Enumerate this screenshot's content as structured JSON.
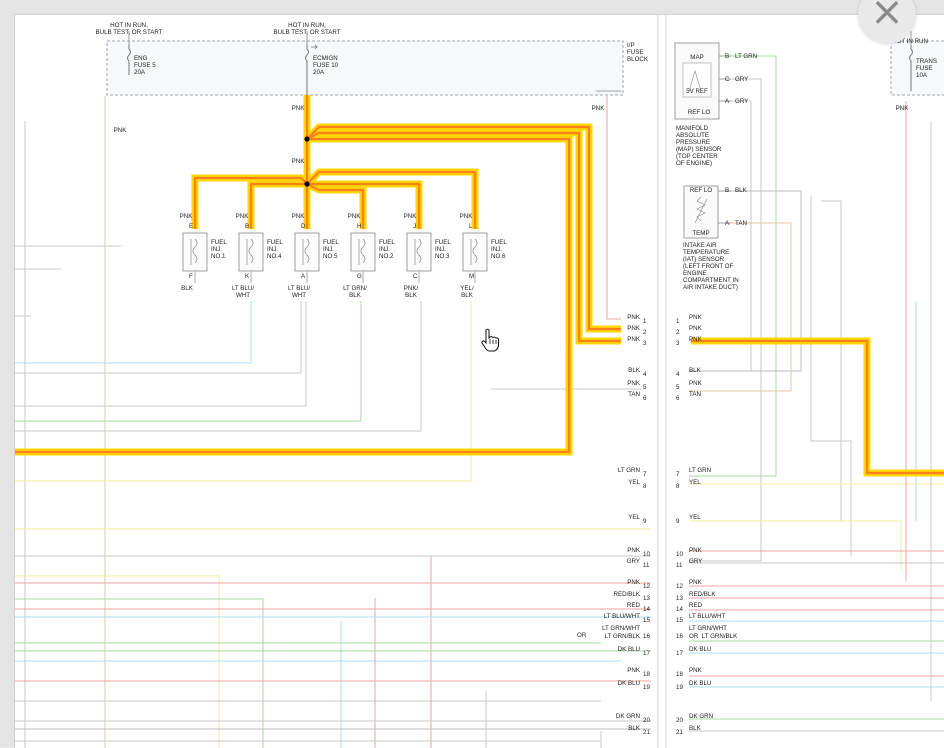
{
  "viewer": {
    "close_icon": "close-icon",
    "close_glyph": "×",
    "cursor_icon": "hand-pointer-icon"
  },
  "colors": {
    "highlight_outer": "#ffd700",
    "highlight_inner": "#ff7f1a",
    "wire_pnk": "#f2a6a6",
    "wire_ltblu": "#a8e2ee",
    "wire_ltgrn": "#a9d9a1",
    "wire_yel": "#f0ef9a",
    "wire_gray": "#c8c8c8",
    "wire_blk": "#bdbdbd",
    "wire_red": "#f0a0a0",
    "wire_tan": "#dfc9a6"
  },
  "power": {
    "hot_left": "HOT IN RUN,\nBULB TEST, OR START",
    "hot_center": "HOT IN RUN,\nBULB TEST, OR START",
    "hot_right": "HOT IN RUN",
    "eng_fuse": "ENG\nFUSE 5\n20A",
    "ecmign_fuse": "ECMIGN\nFUSE 10\n20A",
    "trans_fuse": "TRANS\nFUSE\n10A",
    "ip_fuse_block": "I/P\nFUSE\nBLOCK"
  },
  "wire_labels": {
    "pnk_a": "PNK",
    "pnk_b": "PNK",
    "pnk_c": "PNK",
    "pnk_d": "PNK",
    "pnk_e": "PNK"
  },
  "injectors": [
    {
      "top_pin": "E",
      "top_wire": "PNK",
      "name": "FUEL\nINJ.\nNO.1",
      "bottom_pin": "F",
      "bottom_wire": "BLK"
    },
    {
      "top_pin": "B",
      "top_wire": "PNK",
      "name": "FUEL\nINJ.\nNO.4",
      "bottom_pin": "K",
      "bottom_wire": "LT BLU/\nWHT"
    },
    {
      "top_pin": "D",
      "top_wire": "PNK",
      "name": "FUEL\nINJ.\nNO.5",
      "bottom_pin": "A",
      "bottom_wire": "LT BLU/\nWHT"
    },
    {
      "top_pin": "H",
      "top_wire": "PNK",
      "name": "FUEL\nINJ.\nNO.2",
      "bottom_pin": "G",
      "bottom_wire": "LT GRN/\nBLK"
    },
    {
      "top_pin": "J",
      "top_wire": "PNK",
      "name": "FUEL\nINJ.\nNO.3",
      "bottom_pin": "C",
      "bottom_wire": "PNK/\nBLK"
    },
    {
      "top_pin": "L",
      "top_wire": "PNK",
      "name": "FUEL\nINJ.\nNO.6",
      "bottom_pin": "M",
      "bottom_wire": "YEL/\nBLK"
    }
  ],
  "map_sensor": {
    "top": "MAP",
    "mid": "5V REF",
    "bottom": "REF LO",
    "pins": [
      {
        "pin": "B",
        "wire": "LT GRN"
      },
      {
        "pin": "C",
        "wire": "GRY"
      },
      {
        "pin": "A",
        "wire": "GRY"
      }
    ],
    "desc": "MANIFOLD\nABSOLUTE\nPRESSURE\n(MAP) SENSOR\n(TOP CENTER\nOF ENGINE)"
  },
  "iat_sensor": {
    "top": "REF LO",
    "bottom": "TEMP",
    "pins": [
      {
        "pin": "B",
        "wire": "BLK"
      },
      {
        "pin": "A",
        "wire": "TAN"
      }
    ],
    "desc": "INTAKE AIR\nTEMPERATURE\n(IAT) SENSOR\n(LEFT FRONT OF\nENGINE\nCOMPARTMENT IN\nAIR INTAKE DUCT)"
  },
  "connector_left": [
    {
      "wire": "PNK",
      "pin": "1"
    },
    {
      "wire": "PNK",
      "pin": "2"
    },
    {
      "wire": "PNK",
      "pin": "3"
    },
    {
      "wire": "BLK",
      "pin": "4"
    },
    {
      "wire": "PNK",
      "pin": "5"
    },
    {
      "wire": "TAN",
      "pin": "6"
    },
    {
      "wire": "LT GRN",
      "pin": "7"
    },
    {
      "wire": "YEL",
      "pin": "8"
    },
    {
      "wire": "YEL",
      "pin": "9"
    },
    {
      "wire": "PNK",
      "pin": "10"
    },
    {
      "wire": "GRY",
      "pin": "11"
    },
    {
      "wire": "PNK",
      "pin": "12"
    },
    {
      "wire": "RED/BLK",
      "pin": "13"
    },
    {
      "wire": "RED",
      "pin": "14"
    },
    {
      "wire": "LT BLU/WHT",
      "pin": "15"
    },
    {
      "wire": "LT GRN/WHT",
      "pin": ""
    },
    {
      "wire": "LT GRN/BLK",
      "pin": "16"
    },
    {
      "wire": "DK BLU",
      "pin": "17"
    },
    {
      "wire": "PNK",
      "pin": "18"
    },
    {
      "wire": "DK BLU",
      "pin": "19"
    },
    {
      "wire": "DK GRN",
      "pin": "20"
    },
    {
      "wire": "BLK",
      "pin": "21"
    }
  ],
  "connector_left_or": "OR",
  "connector_right": [
    {
      "pin": "1",
      "wire": "PNK"
    },
    {
      "pin": "2",
      "wire": "PNK"
    },
    {
      "pin": "3",
      "wire": "PNK"
    },
    {
      "pin": "4",
      "wire": "BLK"
    },
    {
      "pin": "5",
      "wire": "PNK"
    },
    {
      "pin": "6",
      "wire": "TAN"
    },
    {
      "pin": "7",
      "wire": "LT GRN"
    },
    {
      "pin": "8",
      "wire": "YEL"
    },
    {
      "pin": "9",
      "wire": "YEL"
    },
    {
      "pin": "10",
      "wire": "PNK"
    },
    {
      "pin": "11",
      "wire": "GRY"
    },
    {
      "pin": "12",
      "wire": "PNK"
    },
    {
      "pin": "13",
      "wire": "RED/BLK"
    },
    {
      "pin": "14",
      "wire": "RED"
    },
    {
      "pin": "15",
      "wire": "LT BLU/WHT"
    },
    {
      "pin": "",
      "wire": "LT GRN/WHT"
    },
    {
      "pin": "16",
      "wire": "OR  LT GRN/BLK"
    },
    {
      "pin": "17",
      "wire": "DK BLU"
    },
    {
      "pin": "18",
      "wire": "PNK"
    },
    {
      "pin": "19",
      "wire": "DK BLU"
    },
    {
      "pin": "20",
      "wire": "DK GRN"
    },
    {
      "pin": "21",
      "wire": "BLK"
    }
  ]
}
